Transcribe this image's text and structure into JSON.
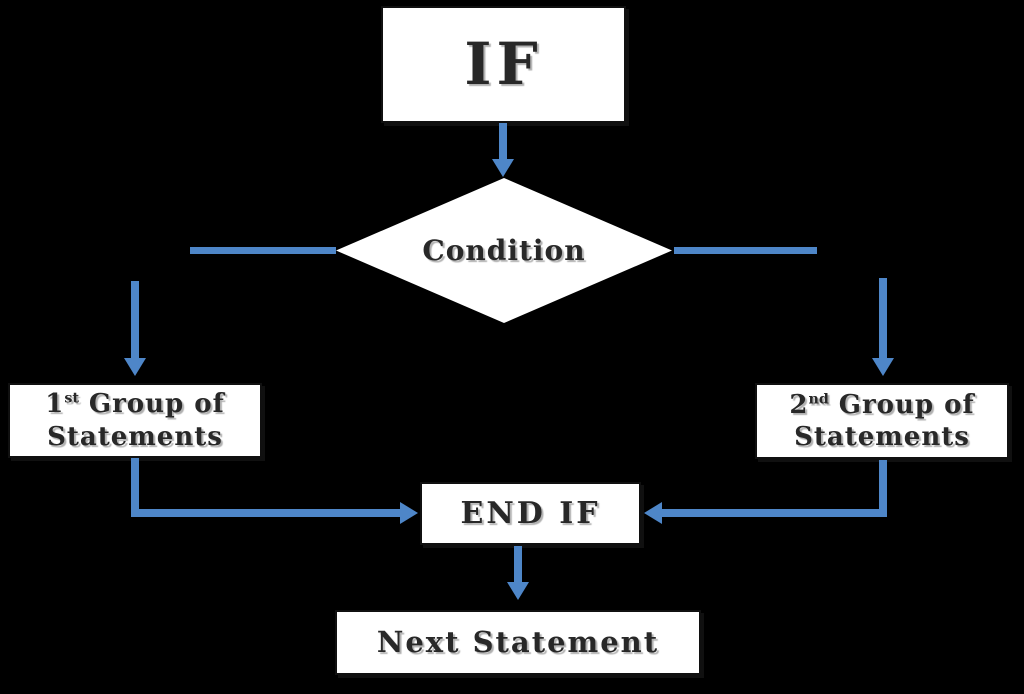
{
  "palette": {
    "background": "#000000",
    "node_fill": "#ffffff",
    "node_border": "#101010",
    "text": "#282828",
    "arrow": "#4e86c8"
  },
  "diagram": {
    "type": "flowchart",
    "topic": "IF statement control flow"
  },
  "nodes": {
    "if": {
      "label": "IF"
    },
    "condition": {
      "label": "Condition"
    },
    "group1": {
      "num": "1",
      "ordinal": "st",
      "tail": "Group of",
      "line2": "Statements"
    },
    "group2": {
      "num": "2",
      "ordinal": "nd",
      "tail": "Group of",
      "line2": "Statements"
    },
    "endif": {
      "label": "END IF"
    },
    "next": {
      "label": "Next Statement"
    }
  },
  "edges": [
    "IF -> Condition",
    "Condition -> 1st Group of Statements (left branch)",
    "Condition -> 2nd Group of Statements (right branch)",
    "1st Group of Statements -> END IF",
    "2nd Group of Statements -> END IF",
    "END IF -> Next Statement"
  ]
}
